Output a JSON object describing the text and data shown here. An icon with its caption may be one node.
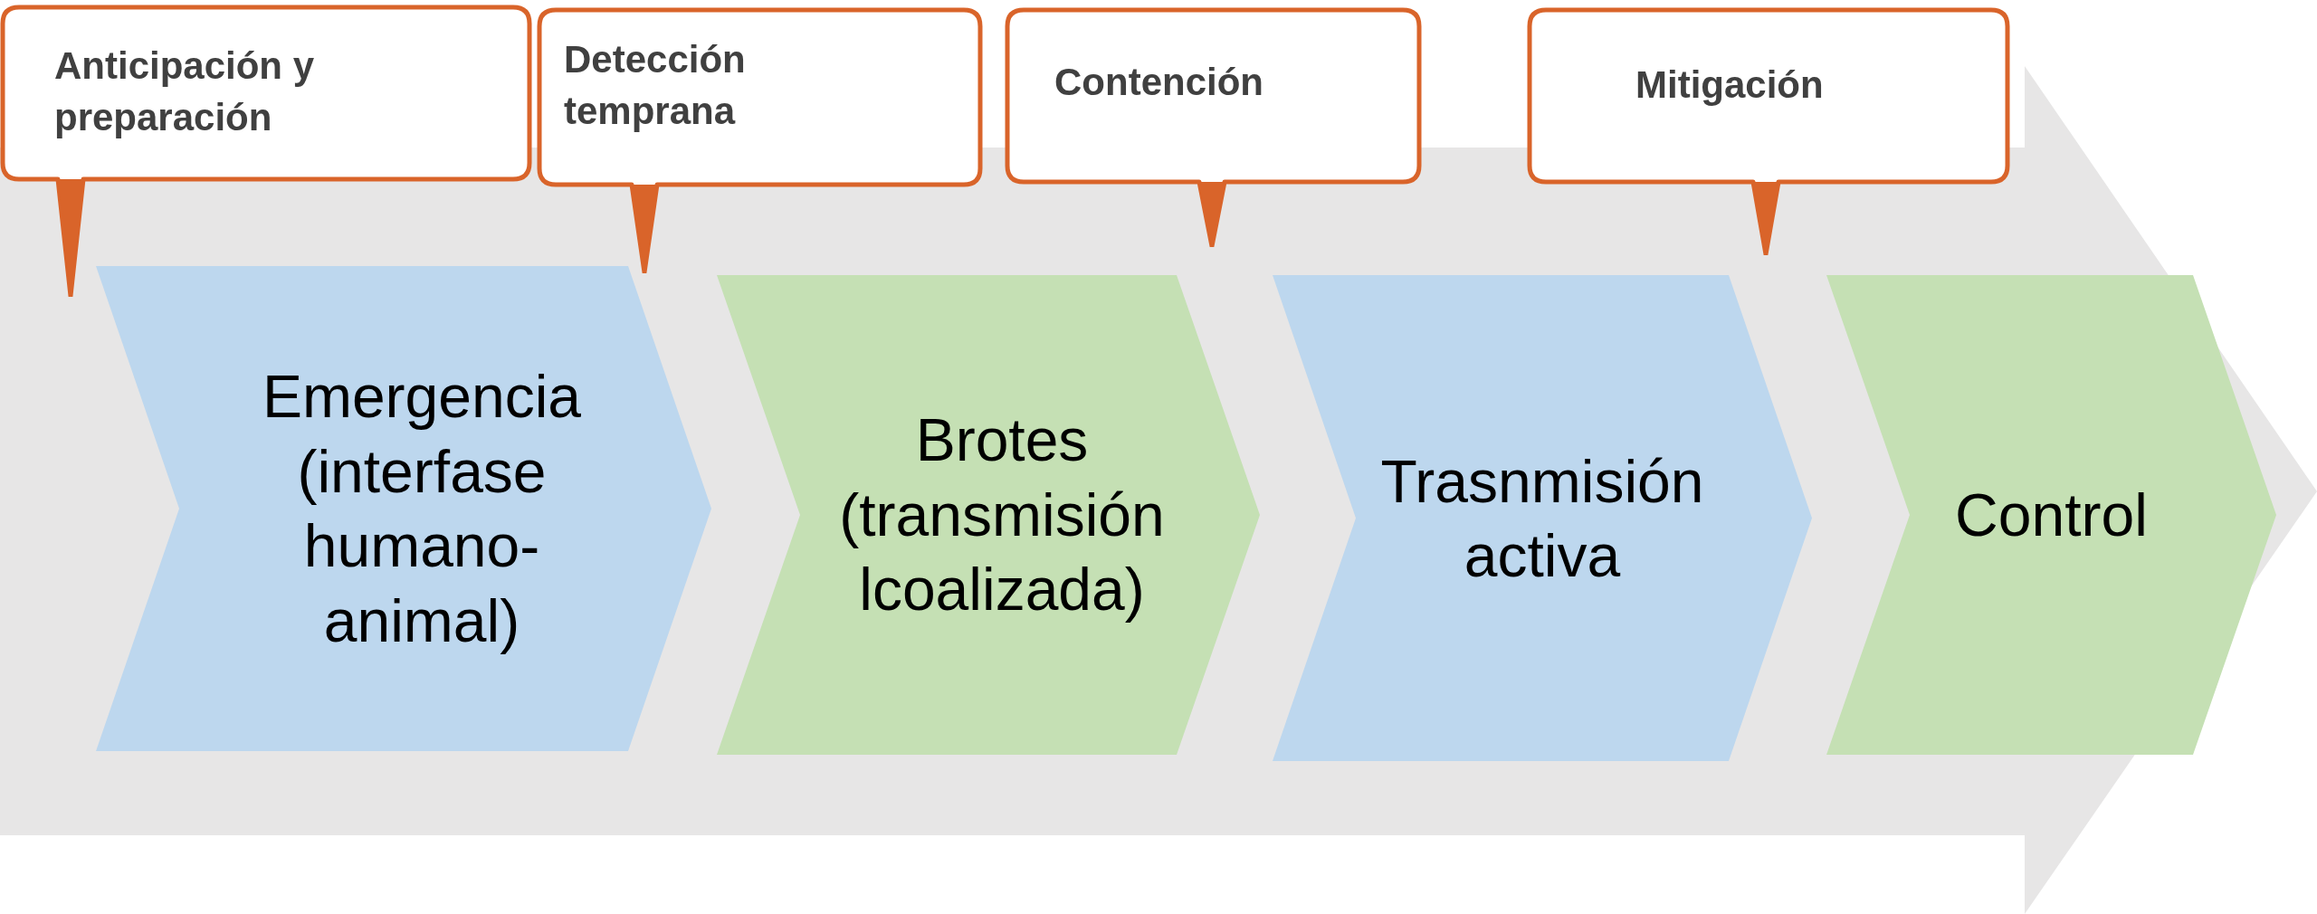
{
  "diagram": {
    "nodes": [
      {
        "text": [
          "Anticipación y preparación"
        ]
      },
      {
        "text": [
          "Detección temprana"
        ]
      },
      {
        "text": [
          "Contención"
        ]
      },
      {
        "text": [
          "Mitigación"
        ]
      },
      {
        "text": [],
        "shape": "arrow"
      },
      {
        "text": [
          "Emergencia (interfase humano-animal)"
        ],
        "in": 4
      },
      {
        "text": [
          "Brotes (transmisión lcoalizada)"
        ],
        "in": 4
      },
      {
        "text": [
          "Trasnmisión activa"
        ],
        "in": 4
      },
      {
        "text": [
          "Control"
        ],
        "in": 4
      }
    ],
    "edges": []
  }
}
